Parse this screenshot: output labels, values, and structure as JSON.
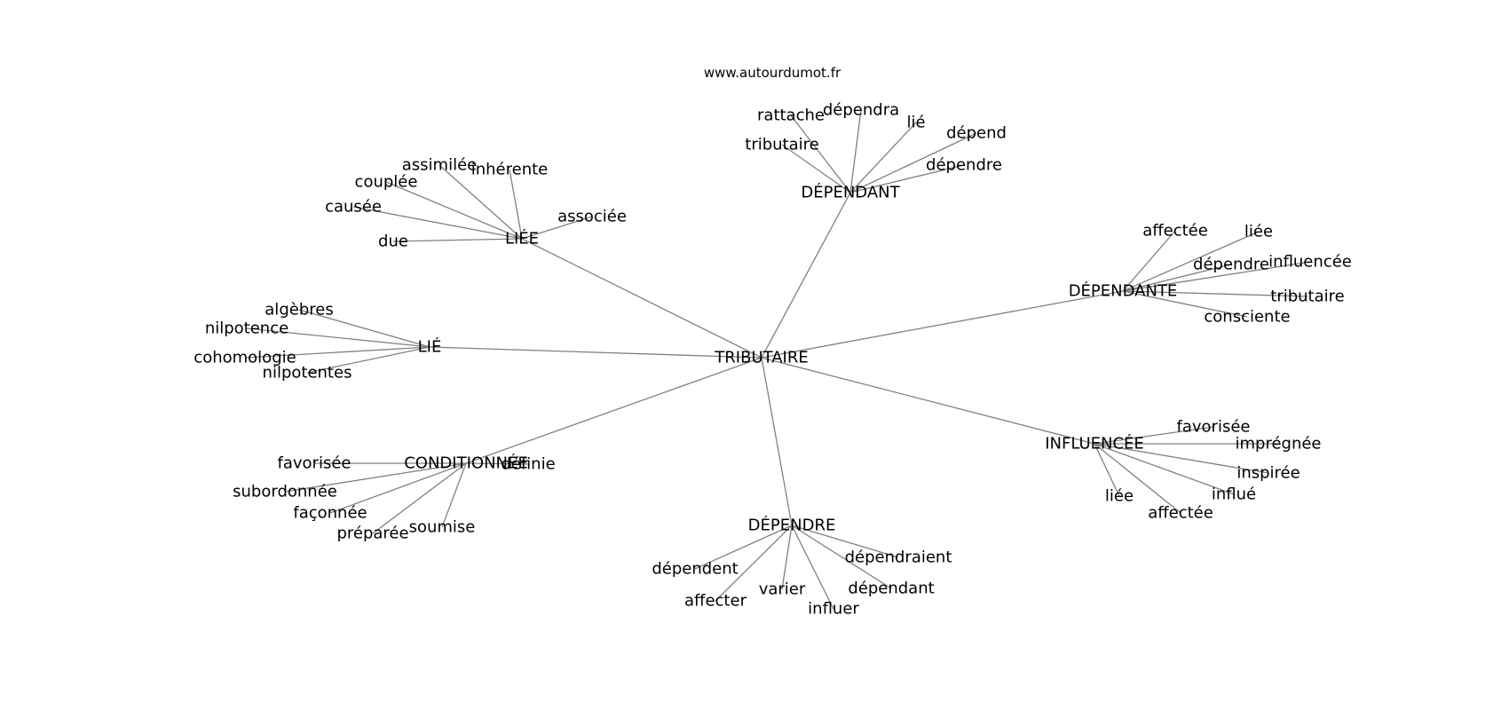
{
  "watermark": "www.autourdumot.fr",
  "colors": {
    "edge": "#808080",
    "text": "#000000",
    "background": "#ffffff"
  },
  "graph": {
    "center": "TRIBUTAIRE",
    "hubs": [
      {
        "label": "DÉPENDANT",
        "leaves": [
          "rattache",
          "dépendra",
          "lié",
          "dépend",
          "tributaire",
          "dépendre"
        ]
      },
      {
        "label": "LIÉE",
        "leaves": [
          "assimilée",
          "inhérente",
          "couplée",
          "causée",
          "associée",
          "due"
        ]
      },
      {
        "label": "DÉPENDANTE",
        "leaves": [
          "affectée",
          "liée",
          "dépendre",
          "influencée",
          "tributaire",
          "consciente"
        ]
      },
      {
        "label": "LIÉ",
        "leaves": [
          "algèbres",
          "nilpotence",
          "cohomologie",
          "nilpotentes"
        ]
      },
      {
        "label": "INFLUENCÉE",
        "leaves": [
          "favorisée",
          "imprégnée",
          "inspirée",
          "influé",
          "liée",
          "affectée"
        ]
      },
      {
        "label": "CONDITIONNÉE",
        "leaves": [
          "favorisée",
          "définie",
          "subordonnée",
          "façonnée",
          "préparée",
          "soumise"
        ]
      },
      {
        "label": "DÉPENDRE",
        "leaves": [
          "dépendent",
          "dépendraient",
          "affecter",
          "varier",
          "dépendant",
          "influer"
        ]
      }
    ]
  }
}
